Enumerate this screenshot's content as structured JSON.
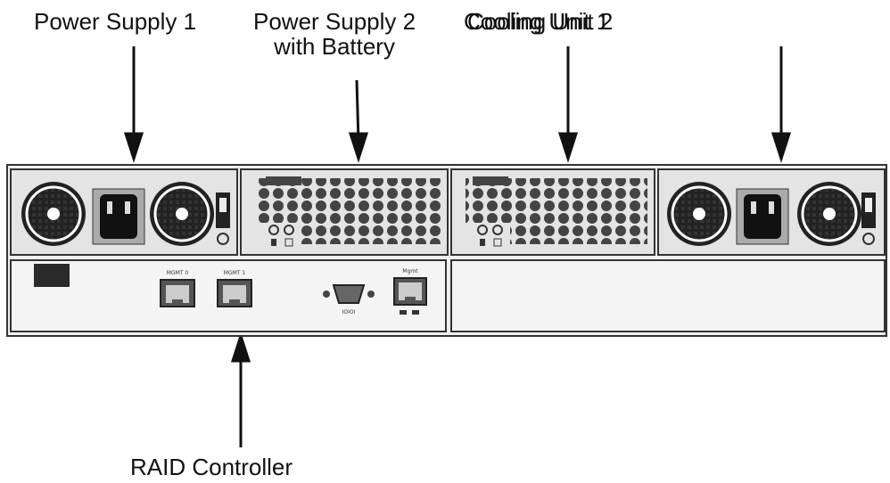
{
  "labels": {
    "power_supply_1": "Power Supply 1",
    "power_supply_2_line1": "Power Supply 2",
    "power_supply_2_line2": "with Battery",
    "cooling_unit_1": "Cooling Unit 1",
    "cooling_unit_2": "Cooling Unit 2",
    "raid_controller": "RAID Controller"
  },
  "ports": {
    "mgmt_0": "MGMT 0",
    "mgmt_1": "MGMT 1",
    "serial": "IOIOI",
    "network": "Mgmt"
  },
  "colors": {
    "chassis": "#f2f2f2",
    "outline": "#333333",
    "dark": "#222222",
    "grille": "#444444"
  }
}
